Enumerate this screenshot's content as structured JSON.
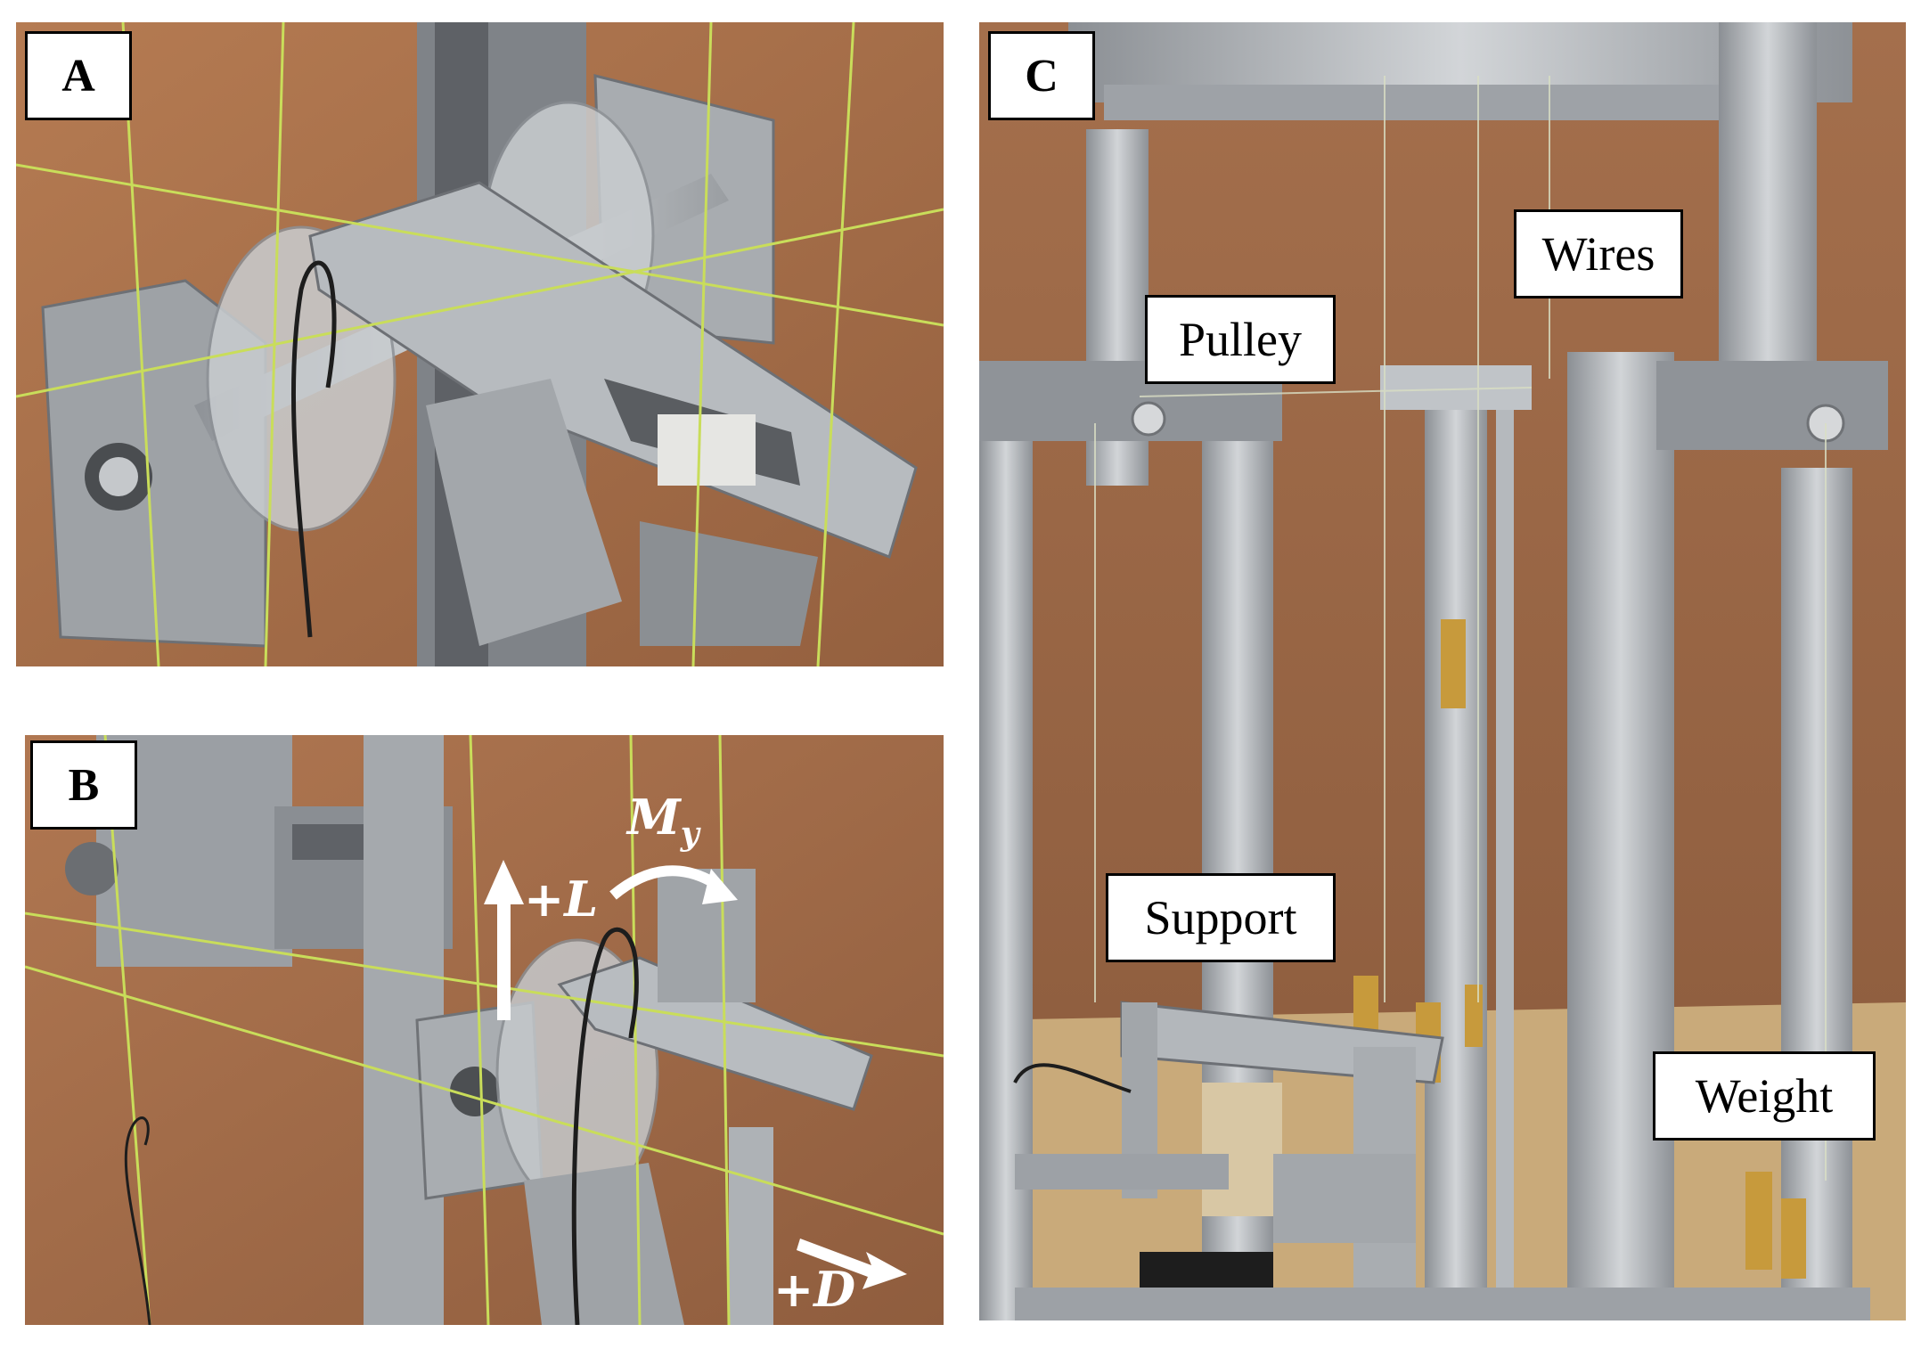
{
  "panels": [
    {
      "letter": "A"
    },
    {
      "letter": "B"
    },
    {
      "letter": "C"
    }
  ],
  "annotations": {
    "lift": "+L",
    "drag": "+D",
    "moment_symbol": "M",
    "moment_sub": "y"
  },
  "callouts": {
    "pulley": "Pulley",
    "wires": "Wires",
    "support": "Support",
    "weight": "Weight"
  },
  "colors": {
    "background_wall": "#a4714e",
    "aluminum": "#b9bcc0",
    "wire": "#c9dd5a",
    "brass": "#c79a3c",
    "annotation_text": "#ffffff"
  }
}
